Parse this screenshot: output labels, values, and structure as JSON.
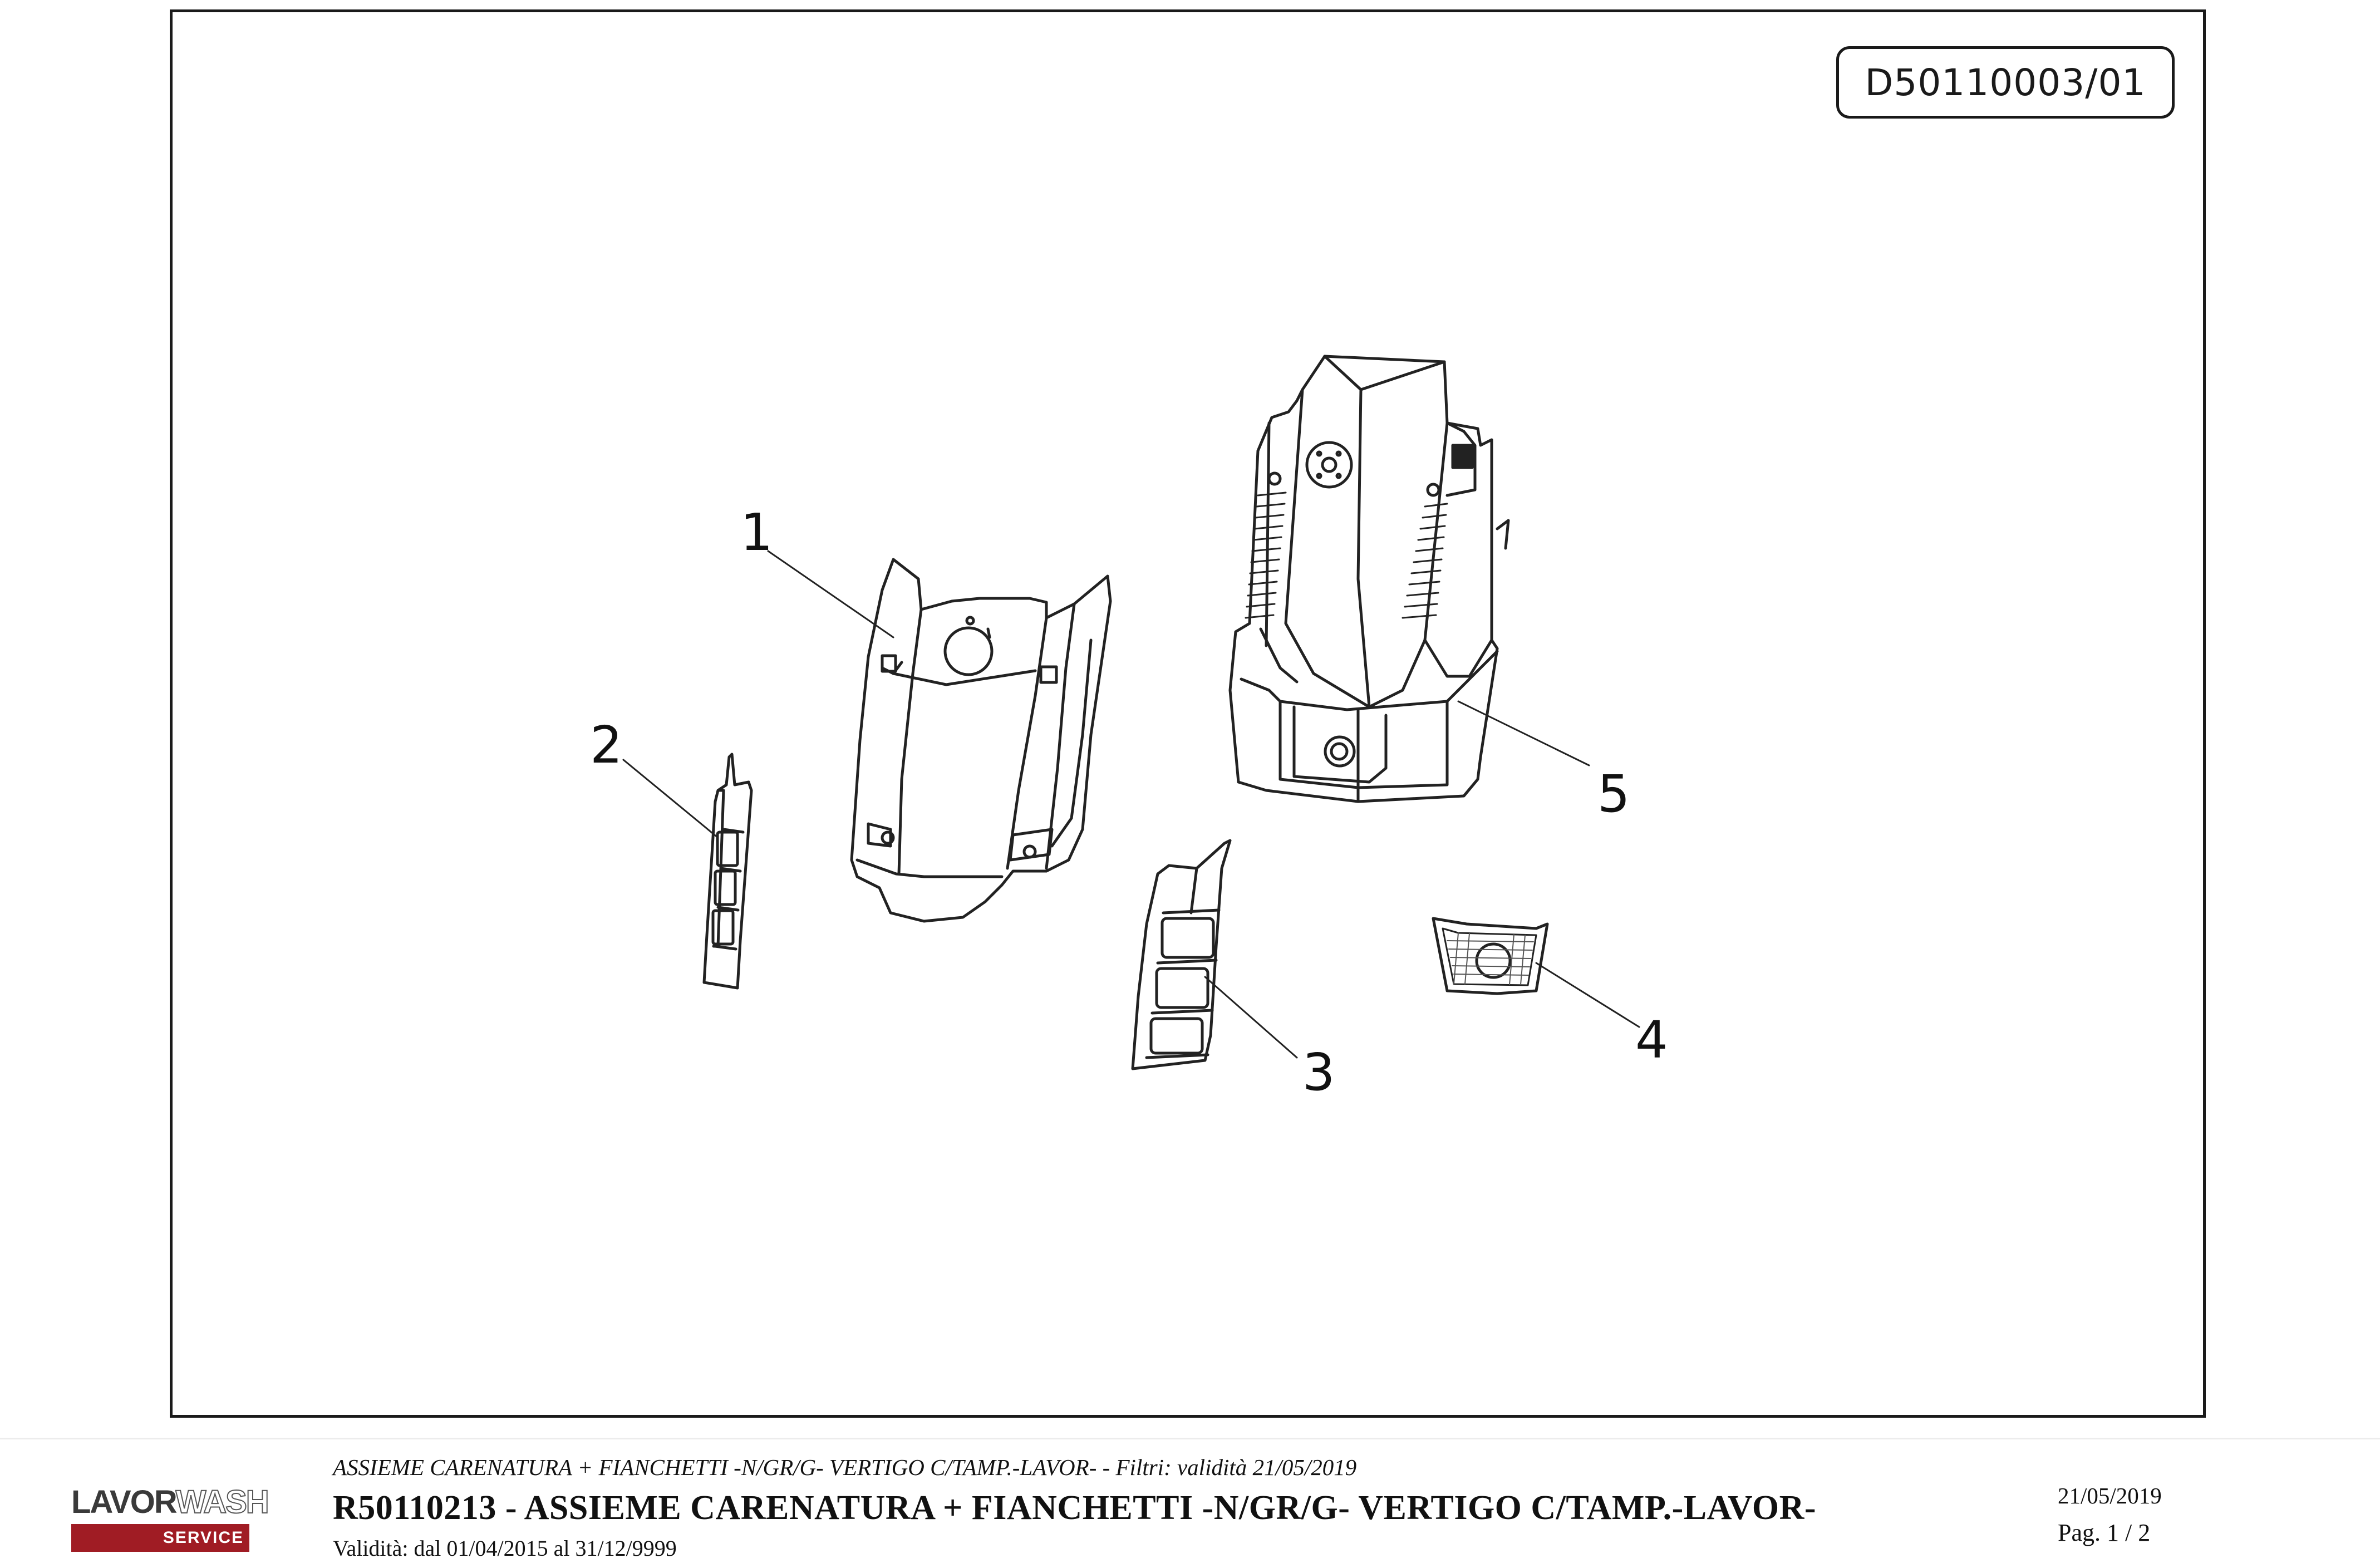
{
  "drawing": {
    "code": "D50110003/01",
    "part_labels": [
      "1",
      "2",
      "3",
      "4",
      "5"
    ]
  },
  "footer": {
    "logo": {
      "brand_part1": "LAVOR",
      "brand_part2": "WASH",
      "service": "SERVICE",
      "accent_color": "#a01c24"
    },
    "subtitle": "ASSIEME CARENATURA + FIANCHETTI -N/GR/G- VERTIGO C/TAMP.-LAVOR- - Filtri: validità 21/05/2019",
    "title": "R50110213 - ASSIEME CARENATURA + FIANCHETTI -N/GR/G- VERTIGO C/TAMP.-LAVOR-",
    "validity": "Validità: dal 01/04/2015 al 31/12/9999",
    "date": "21/05/2019",
    "page": "Pag. 1 / 2"
  }
}
